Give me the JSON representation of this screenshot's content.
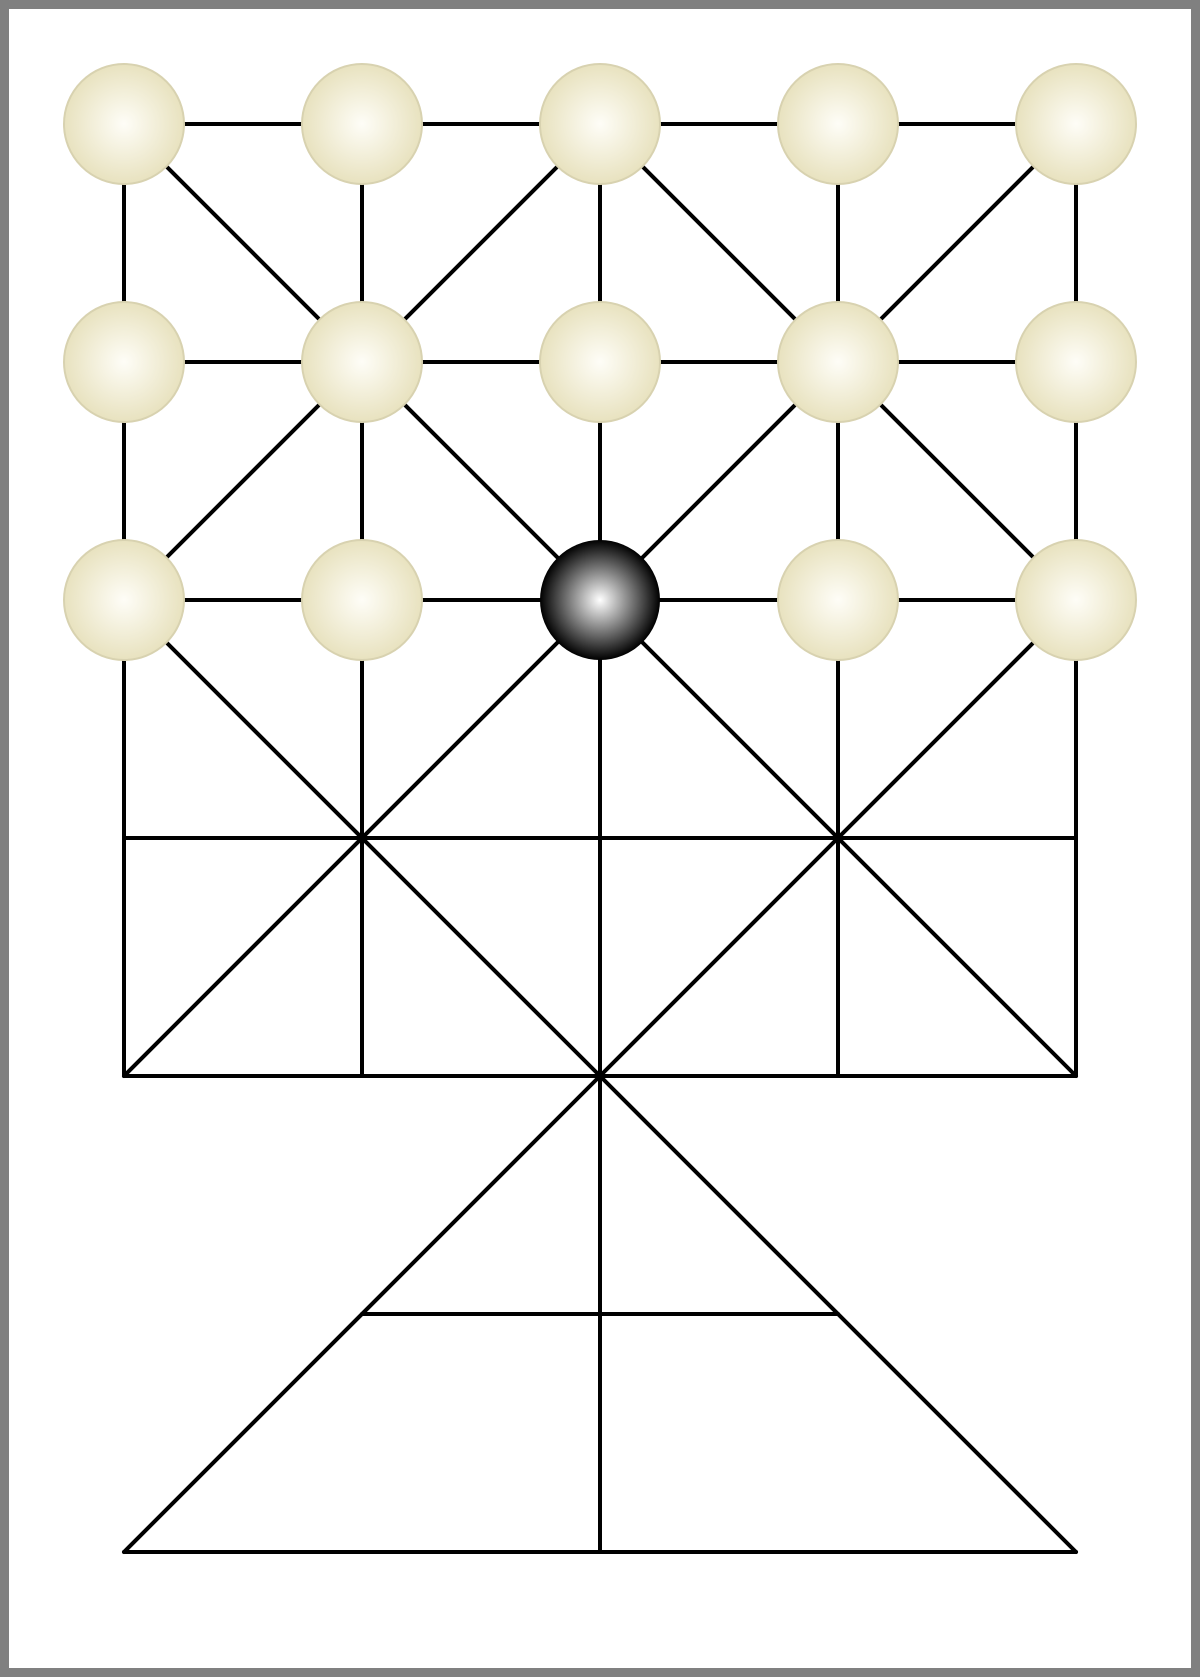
{
  "game": {
    "board": {
      "cols": 5,
      "rows": 7,
      "line_color": "#000000",
      "frame_color": "#808080",
      "background": "#ffffff"
    },
    "pieces": {
      "light": {
        "color_center": "#fefdf7",
        "color_edge": "#e8e2bf",
        "outline": "#d8d2b0",
        "positions": [
          [
            0,
            0
          ],
          [
            1,
            0
          ],
          [
            2,
            0
          ],
          [
            3,
            0
          ],
          [
            4,
            0
          ],
          [
            0,
            1
          ],
          [
            1,
            1
          ],
          [
            2,
            1
          ],
          [
            3,
            1
          ],
          [
            4,
            1
          ],
          [
            0,
            2
          ],
          [
            1,
            2
          ],
          [
            3,
            2
          ],
          [
            4,
            2
          ]
        ]
      },
      "dark": {
        "color_center": "#ffffff",
        "color_edge": "#000000",
        "positions": [
          [
            2,
            2
          ]
        ]
      }
    }
  }
}
